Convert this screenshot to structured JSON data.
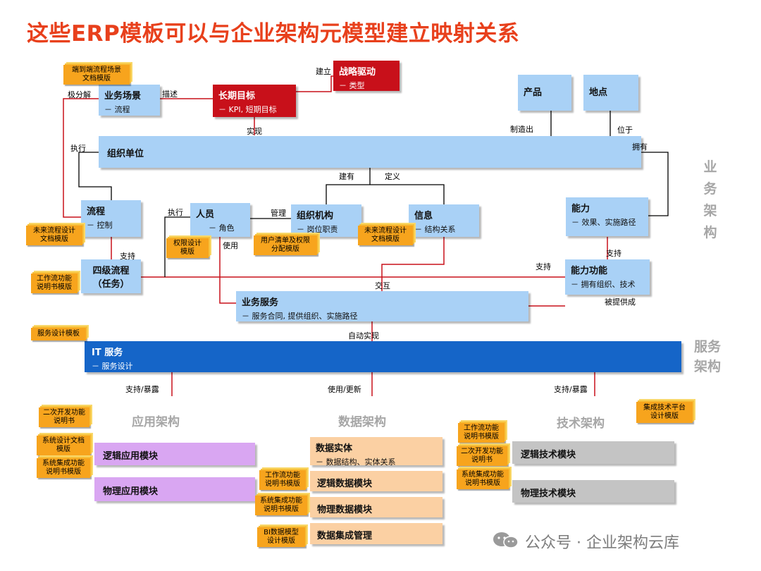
{
  "title": "这些ERP模板可以与企业架构元模型建立映射关系",
  "colors": {
    "title": "#e8401c",
    "line": "#c8101a",
    "blue_box": "#a9d1f6",
    "red_box": "#c8101a",
    "it_box": "#1565c8",
    "doc": "#f7a41d"
  },
  "boxes": {
    "biz_scene": {
      "h": "业务场景",
      "s": "－ 流程"
    },
    "long_goal": {
      "h": "长期目标",
      "s": "－ KPI, 短期目标"
    },
    "strategy": {
      "h": "战略驱动",
      "s": "－ 类型"
    },
    "product": {
      "h": "产品"
    },
    "location": {
      "h": "地点"
    },
    "org_unit": {
      "h": "组织单位"
    },
    "process": {
      "h": "流程",
      "s": "－ 控制"
    },
    "person": {
      "h": "人员",
      "s": "－ 角色"
    },
    "org_struct": {
      "h": "组织机构",
      "s": "－ 岗位职责"
    },
    "info": {
      "h": "信息",
      "s": "－ 结构关系"
    },
    "capability": {
      "h": "能力",
      "s": "－ 效果、实施路径"
    },
    "l4_process": {
      "h": "四级流程",
      "h2": "（任务）"
    },
    "cap_func": {
      "h": "能力功能",
      "s": "－ 拥有组织、技术"
    },
    "biz_service": {
      "h": "业务服务",
      "s": "－ 服务合同, 提供组织、实施路径"
    },
    "it_service": {
      "h": "IT 服务",
      "s": "－ 服务设计"
    },
    "logic_app": {
      "h": "逻辑应用模块"
    },
    "phys_app": {
      "h": "物理应用模块"
    },
    "data_entity": {
      "h": "数据实体",
      "s": "－ 数据结构、实体关系"
    },
    "logic_data": {
      "h": "逻辑数据模块"
    },
    "phys_data": {
      "h": "物理数据模块"
    },
    "data_integ": {
      "h": "数据集成管理"
    },
    "logic_tech": {
      "h": "逻辑技术模块"
    },
    "phys_tech": {
      "h": "物理技术模块"
    }
  },
  "docs": {
    "d1": [
      "端到端流程场景",
      "文档模版"
    ],
    "d2": [
      "未来流程设计",
      "文档模版"
    ],
    "d3": [
      "权限设计",
      "模版"
    ],
    "d4": [
      "用户清单及权限",
      "分配模版"
    ],
    "d5": [
      "未来流程设计",
      "文档模版"
    ],
    "d6": [
      "工作流功能",
      "说明书模版"
    ],
    "d7": [
      "服务设计模板"
    ],
    "d8": [
      "二次开发功能",
      "说明书"
    ],
    "d9": [
      "系统设计文档",
      "模版"
    ],
    "d10": [
      "系统集成功能",
      "说明书模版"
    ],
    "d11": [
      "工作流功能",
      "说明书模版"
    ],
    "d12": [
      "系统集成功能",
      "说明书模版"
    ],
    "d13": [
      "BI数据模型",
      "设计模版"
    ],
    "d14": [
      "工作流功能",
      "说明书模版"
    ],
    "d15": [
      "二次开发功能",
      "说明书"
    ],
    "d16": [
      "系统集成功能",
      "说明书模版"
    ],
    "d17": [
      "集成技术平台",
      "设计模版"
    ]
  },
  "labels": {
    "decompose": "极分解",
    "describe": "描述",
    "build": "建立",
    "realize": "实现",
    "manufacture": "制造出",
    "located": "位于",
    "execute1": "执行",
    "own": "拥有",
    "construct": "建有",
    "define": "定义",
    "execute2": "执行",
    "manage": "管理",
    "use": "使用",
    "support1": "支持",
    "support2": "支持",
    "support3": "支持",
    "interact": "交互",
    "provided_by": "被提供成",
    "auto_realize": "自动实现",
    "support_expose1": "支持/暴露",
    "use_update": "使用/更新",
    "support_expose2": "支持/暴露"
  },
  "sections": {
    "business_arch": [
      "业",
      "务",
      "架",
      "构"
    ],
    "service_arch": [
      "服务",
      "架构"
    ],
    "app_arch": "应用架构",
    "data_arch": "数据架构",
    "tech_arch": "技术架构"
  },
  "watermark": "公众号 · 企业架构云库"
}
